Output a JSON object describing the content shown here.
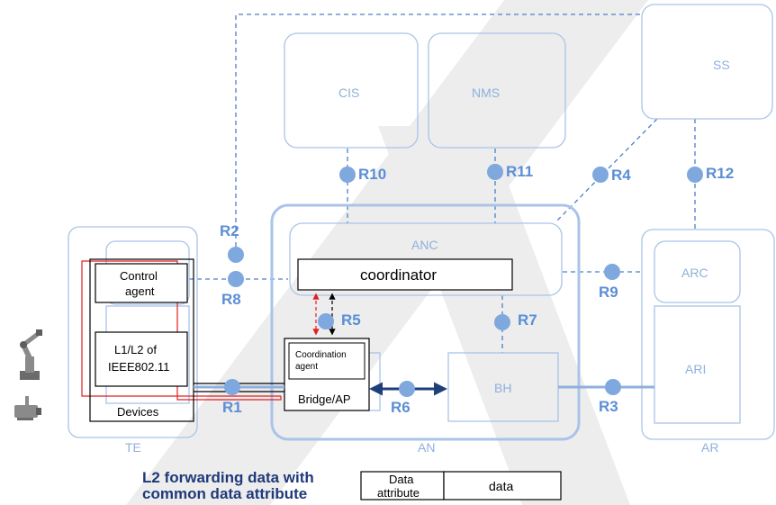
{
  "blocks": {
    "cis": "CIS",
    "nms": "NMS",
    "ss": "SS",
    "anc": "ANC",
    "coordinator": "coordinator",
    "arc": "ARC",
    "ari": "ARI",
    "bh": "BH",
    "te": "TE",
    "an": "AN",
    "ar": "AR"
  },
  "te_parts": {
    "control_agent": [
      "Control",
      "agent"
    ],
    "l1l2": [
      "L1/L2 of",
      "IEEE802.11"
    ],
    "devices": "Devices"
  },
  "an_parts": {
    "coordination_agent": [
      "Coordination",
      "agent"
    ],
    "bridge_ap": "Bridge/AP"
  },
  "reference_points": {
    "r1": "R1",
    "r2": "R2",
    "r3": "R3",
    "r4": "R4",
    "r5": "R5",
    "r6": "R6",
    "r7": "R7",
    "r8": "R8",
    "r9": "R9",
    "r10": "R10",
    "r11": "R11",
    "r12": "R12"
  },
  "legend": {
    "caption": [
      "L2 forwarding data with",
      "common data attribute"
    ],
    "attribute_cell": [
      "Data",
      "attribute"
    ],
    "data_cell": "data"
  },
  "colors": {
    "block_outline": "#a9c4e8",
    "dashed_link": "#4a80c8",
    "ref_point": "#7fa8df",
    "thick_link": "#8fb0dc",
    "arrow": "#1f3f7a",
    "red_path": "#e02020",
    "caption": "#1f3a7a"
  },
  "icons": [
    "robot-arm-icon",
    "camera-icon"
  ]
}
